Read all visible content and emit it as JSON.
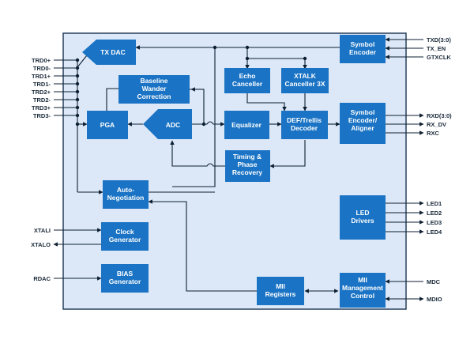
{
  "colors": {
    "chip_fill": "#dce8f7",
    "chip_border": "#1a3350",
    "block_fill": "#1a73c4",
    "block_text": "#ffffff",
    "wire": "#0d1f33",
    "pin_text": "#1a2a3a"
  },
  "blocks": {
    "tx_dac": [
      "TX DAC"
    ],
    "baseline_wander": [
      "Baseline",
      "Wander",
      "Correction"
    ],
    "pga": [
      "PGA"
    ],
    "adc": [
      "ADC"
    ],
    "echo_canceller": [
      "Echo",
      "Canceller"
    ],
    "xtalk_canceller": [
      "XTALK",
      "Canceller 3X"
    ],
    "equalizer": [
      "Equalizer"
    ],
    "def_trellis": [
      "DEF/Trellis",
      "Decoder"
    ],
    "timing_phase": [
      "Timing &",
      "Phase",
      "Recovery"
    ],
    "symbol_encoder": [
      "Symbol",
      "Encoder"
    ],
    "symbol_aligner": [
      "Symbol",
      "Encoder/",
      "Aligner"
    ],
    "auto_negotiation": [
      "Auto-",
      "Negotiation"
    ],
    "clock_generator": [
      "Clock",
      "Generator"
    ],
    "bias_generator": [
      "BIAS",
      "Generator"
    ],
    "led_drivers": [
      "LED",
      "Drivers"
    ],
    "mii_registers": [
      "MII",
      "Registers"
    ],
    "mii_management": [
      "MII",
      "Management",
      "Control"
    ]
  },
  "pins": {
    "left_trd": [
      "TRD0+",
      "TRD0-",
      "TRD1+",
      "TRD1-",
      "TRD2+",
      "TRD2-",
      "TRD3+",
      "TRD3-"
    ],
    "xtali": "XTALI",
    "xtalo": "XTALO",
    "rdac": "RDAC",
    "tx_inputs": [
      "TXD(3:0)",
      "TX_EN",
      "GTXCLK"
    ],
    "rx_outputs": [
      "RXD(3:0)",
      "RX_DV",
      "RXC"
    ],
    "leds": [
      "LED1",
      "LED2",
      "LED3",
      "LED4"
    ],
    "mdc": "MDC",
    "mdio": "MDIO"
  }
}
